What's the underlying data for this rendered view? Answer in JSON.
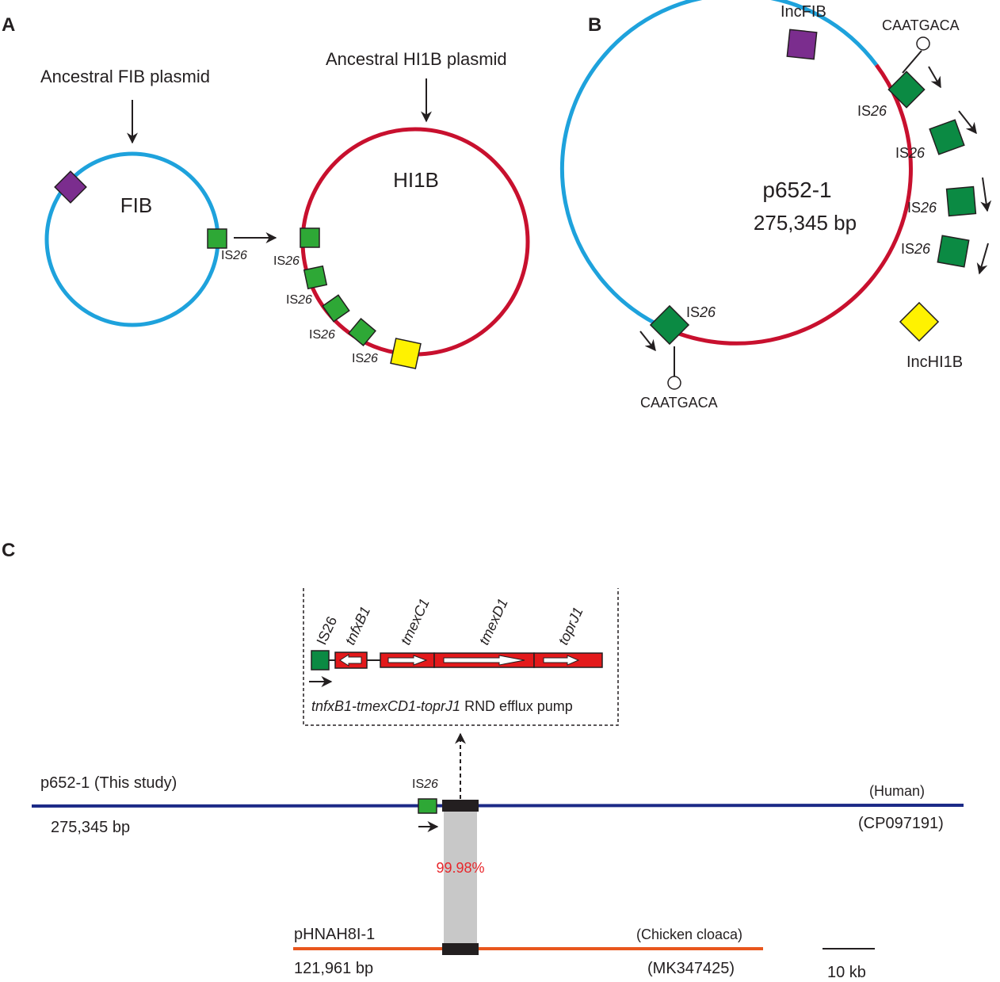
{
  "panels": {
    "a": "A",
    "b": "B",
    "c": "C"
  },
  "panel_a": {
    "fib_caption": "Ancestral FIB plasmid",
    "hi1b_caption": "Ancestral HI1B plasmid",
    "fib_label": "FIB",
    "hi1b_label": "HI1B",
    "is_prefix": "IS",
    "is_number": "26"
  },
  "panel_b": {
    "plasmid_name": "p652-1",
    "plasmid_size": "275,345 bp",
    "incfib": "IncFIB",
    "inchi1b": "IncHI1B",
    "target_seq_top": "CAATGACA",
    "target_seq_bottom": "CAATGACA",
    "is_prefix": "IS",
    "is_number": "26"
  },
  "panel_c": {
    "inset": {
      "is26": "IS26",
      "genes": [
        "tnfxB1",
        "tmexC1",
        "tmexD1",
        "toprJ1"
      ],
      "caption_italic": "tnfxB1-tmexCD1-toprJ1",
      "caption_rest": " RND efflux pump"
    },
    "top_track": {
      "name": "p652-1 (This study)",
      "size": "275,345 bp",
      "host": "(Human)",
      "accession": "(CP097191)",
      "is_prefix": "IS",
      "is_number": "26"
    },
    "identity": "99.98%",
    "bottom_track": {
      "name": "pHNAH8I-1",
      "size": "121,961 bp",
      "host": "(Chicken cloaca)",
      "accession": "(MK347425)"
    },
    "scale_label": "10 kb"
  },
  "colors": {
    "fib_blue": "#1ea2dc",
    "hi1b_red": "#c8102e",
    "is_green": "#0b8a43",
    "is_green_light": "#2ea836",
    "inc_purple": "#7b2d8e",
    "inc_yellow": "#fff200",
    "track_blue": "#1c2a87",
    "track_orange": "#e8561d",
    "gene_red": "#e3191b",
    "identity_gray": "#c8c8c8",
    "identity_text": "#e8262b"
  }
}
